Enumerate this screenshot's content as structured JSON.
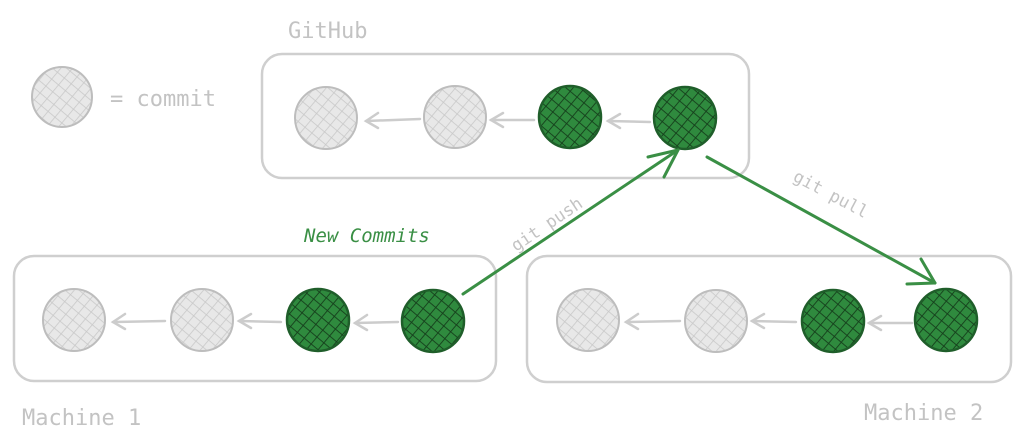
{
  "legend": {
    "label": "= commit"
  },
  "github": {
    "label": "GitHub"
  },
  "machine1": {
    "label": "Machine 1"
  },
  "machine2": {
    "label": "Machine 2"
  },
  "annotations": {
    "new_commits": "New Commits",
    "git_push": "git push",
    "git_pull": "git pull"
  },
  "groups": {
    "github": [
      "old",
      "old",
      "new",
      "new"
    ],
    "machine1": [
      "old",
      "old",
      "new",
      "new"
    ],
    "machine2": [
      "old",
      "old",
      "new",
      "new"
    ]
  },
  "colors": {
    "old_fill": "#e8e8e8",
    "old_stroke": "#bdbdbd",
    "old_hatch": "#c9c9c9",
    "new_fill": "#2f8a3e",
    "new_stroke": "#1f5e2a",
    "new_hatch": "#163f1c",
    "box_stroke": "#cfcfcf",
    "arrow_grey": "#cccccc",
    "accent_green": "#3a8f45",
    "label_grey": "#c3c3c3"
  }
}
